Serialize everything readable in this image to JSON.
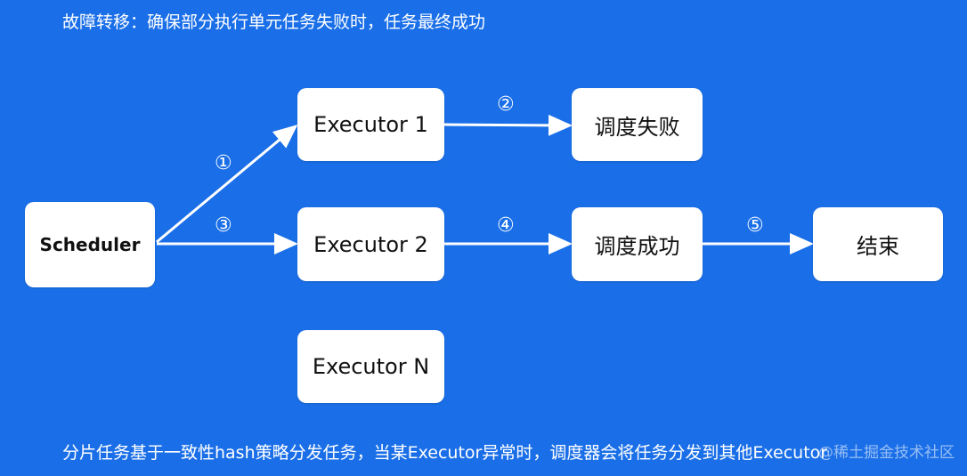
{
  "title": "故障转移：确保部分执行单元任务失败时，任务最终成功",
  "footer": "分片任务基于一致性hash策略分发任务，当某Executor异常时，调度器会将任务分发到其他Executor",
  "watermark": "@稀土掘金技术社区",
  "nodes": {
    "scheduler": "Scheduler",
    "executor1": "Executor 1",
    "executor2": "Executor 2",
    "executorN": "Executor N",
    "fail": "调度失败",
    "success": "调度成功",
    "end": "结束"
  },
  "steps": {
    "s1": "①",
    "s2": "②",
    "s3": "③",
    "s4": "④",
    "s5": "⑤"
  },
  "colors": {
    "background": "#1a6fe8",
    "node": "#ffffff",
    "edge": "#ffffff"
  }
}
